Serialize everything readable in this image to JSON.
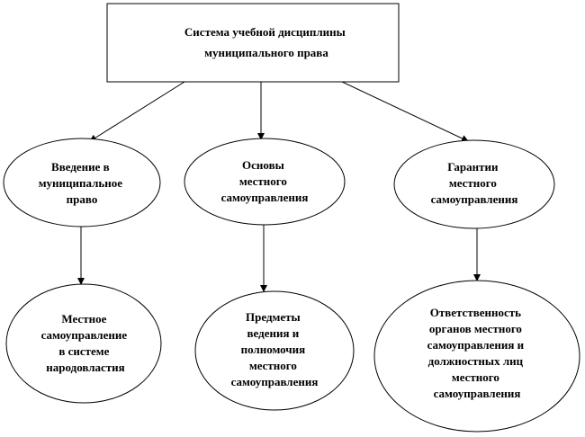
{
  "root": {
    "lines": [
      "Система учебной дисциплины",
      "муниципального права"
    ]
  },
  "level1": [
    {
      "lines": [
        "Введение в",
        "муниципальное",
        "право"
      ]
    },
    {
      "lines": [
        "Основы",
        "местного",
        "самоуправления"
      ]
    },
    {
      "lines": [
        "Гарантии",
        "местного",
        "самоуправления"
      ]
    }
  ],
  "level2": [
    {
      "lines": [
        "Местное",
        "самоуправление",
        "в системе",
        "народовластия"
      ]
    },
    {
      "lines": [
        "Предметы",
        "ведения и",
        "полномочия",
        "местного",
        "самоуправления"
      ]
    },
    {
      "lines": [
        "Ответственность",
        "органов местного",
        "самоуправления и",
        "должностных лиц",
        "местного",
        "самоуправления"
      ]
    }
  ],
  "colors": {
    "stroke": "#000000",
    "fill": "#ffffff",
    "text": "#000000"
  }
}
